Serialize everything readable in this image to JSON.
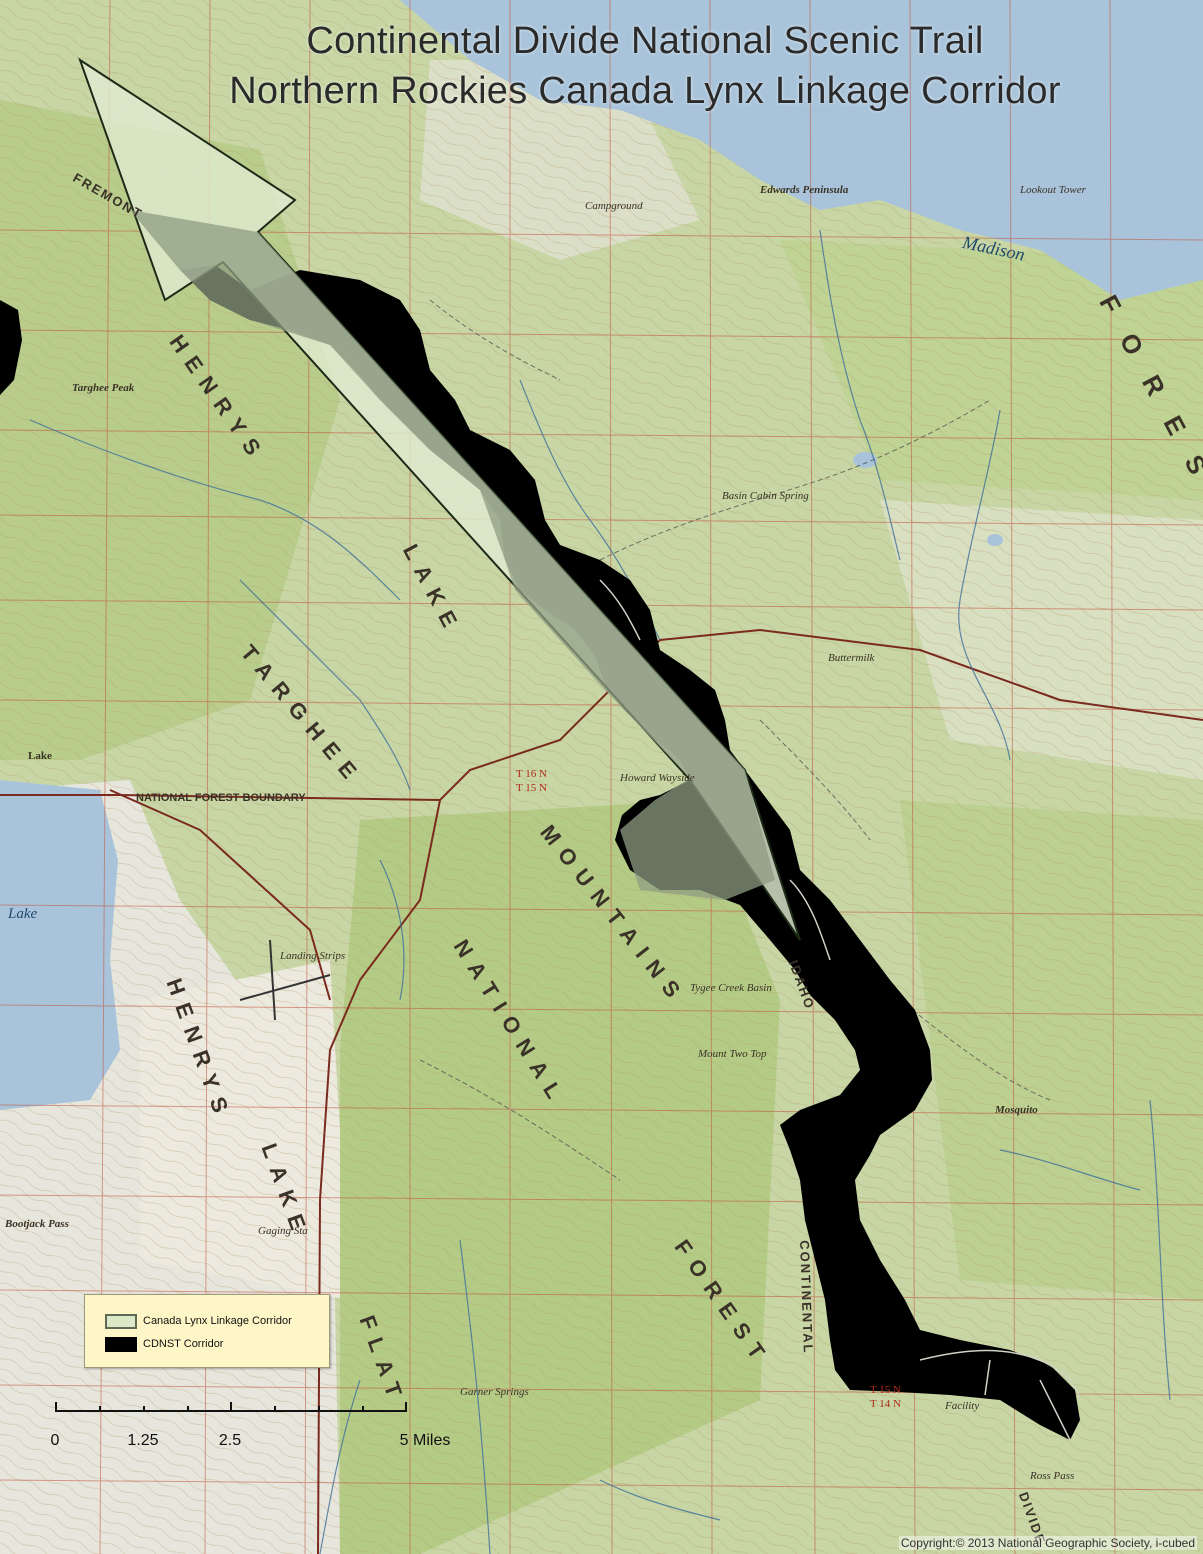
{
  "map": {
    "title_line1": "Continental Divide National Scenic Trail",
    "title_line2": "Northern Rockies Canada Lynx Linkage Corridor",
    "labels": {
      "henrys_upper": "HENRYS",
      "lake_upper": "LAKE",
      "targhee": "TARGHEE",
      "mountains": "MOUNTAINS",
      "national": "NATIONAL",
      "forest_lower": "FOREST",
      "henrys_lower": "HENRYS",
      "lake_lower": "LAKE",
      "flat": "FLAT",
      "continental": "CONTINENTAL",
      "idaho": "IDAHO",
      "forest_right": "F O R E S",
      "fremont": "FREMONT",
      "madison": "Madison",
      "lake_left": "Lake",
      "lake_left_top": "Lake",
      "national_forest_boundary": "NATIONAL    FOREST    BOUNDARY",
      "edwards_peninsula": "Edwards Peninsula",
      "basin_cabin_spring": "Basin Cabin Spring",
      "buttermilk": "Buttermilk",
      "howard_wayside": "Howard Wayside",
      "landing_strips": "Landing Strips",
      "tygee_creek_basin": "Tygee Creek Basin",
      "mount_two_top": "Mount Two Top",
      "mosquito": "Mosquito",
      "gaging_sta": "Gaging Sta",
      "bootjack_pass": "Bootjack Pass",
      "garner_springs": "Garner Springs",
      "targhee_peak": "Targhee Peak",
      "ross_pass": "Ross Pass",
      "campground": "Campground",
      "lookout_tower": "Lookout Tower",
      "divide": "DIVIDE",
      "facility": "Facility",
      "t16n": "T 16 N",
      "t15n": "T 15 N",
      "t15n_b": "T 15 N",
      "t14n": "T 14 N"
    }
  },
  "legend": {
    "items": [
      {
        "label": "Canada Lynx Linkage Corridor",
        "fill": "#dde8c8",
        "stroke": "#5c6b55"
      },
      {
        "label": "CDNST Corridor",
        "fill": "#000000",
        "stroke": "#000000"
      }
    ]
  },
  "scale": {
    "labels": [
      "0",
      "1.25",
      "2.5",
      "5 Miles"
    ]
  },
  "credit": "Copyright:© 2013 National Geographic Society, i-cubed",
  "colors": {
    "lynx_fill": "#dfead0",
    "lynx_overlap": "#8e9c82",
    "cdnst": "#000000",
    "water": "#a9c4da",
    "vegetation": "#b9cf8f",
    "section_lines": "#c1543d"
  }
}
